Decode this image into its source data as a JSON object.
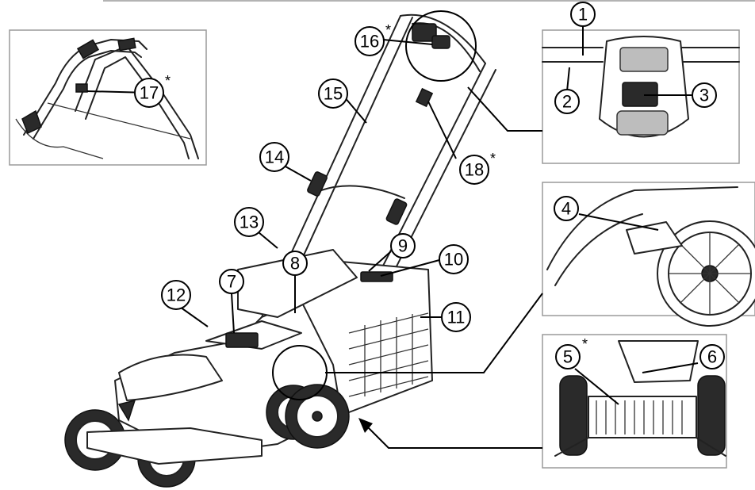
{
  "labels": {
    "c1": "1",
    "c2": "2",
    "c3": "3",
    "c4": "4",
    "c5": "5",
    "c6": "6",
    "c7": "7",
    "c8": "8",
    "c9": "9",
    "c10": "10",
    "c11": "11",
    "c12": "12",
    "c13": "13",
    "c14": "14",
    "c15": "15",
    "c16": "16",
    "c17": "17",
    "c18": "18"
  },
  "asterisk": "*",
  "colors": {
    "line": "#222222",
    "frame": "#9a9a9a",
    "dark_part": "#2a2a2a"
  }
}
